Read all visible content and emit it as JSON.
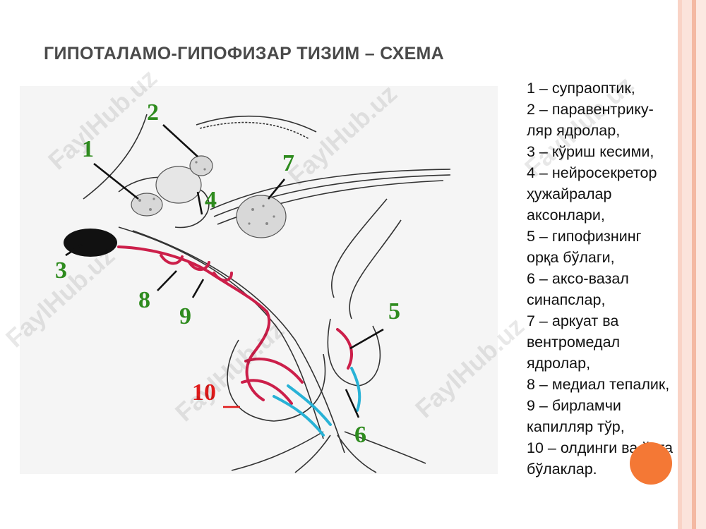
{
  "title": "ГИПОТАЛАМО-ГИПОФИЗАР ТИЗИМ – СХЕМА",
  "diagram": {
    "labels": [
      "1",
      "2",
      "3",
      "4",
      "5",
      "6",
      "7",
      "8",
      "9",
      "10"
    ]
  },
  "legend": {
    "lines": [
      "1 – супраоптик,",
      "2 – паравентрику-",
      "ляр ядролар,",
      "3 – кўриш кесими,",
      "4 – нейросекретор",
      "ҳужайралар",
      "аксонлари,",
      "5 – гипофизнинг",
      "орқа бўлаги,",
      "6 – аксо-вазал",
      "синапслар,",
      "7 – аркуат ва",
      "вентромедал",
      "ядролар,",
      "8 – медиал тепалик,",
      "9 – бирламчи",
      "капилляр тўр,",
      "10 – олдинги ва ўрта",
      "бўлаклар."
    ]
  },
  "watermark": "FaylHub.uz",
  "colors": {
    "label_green": "#2e8b1e",
    "label_red": "#e01b1b",
    "capillary_red": "#cc1f4a",
    "capillary_blue": "#28b2d6",
    "accent_orange": "#f47835",
    "stripe_salmon": "#f4b9a3"
  }
}
